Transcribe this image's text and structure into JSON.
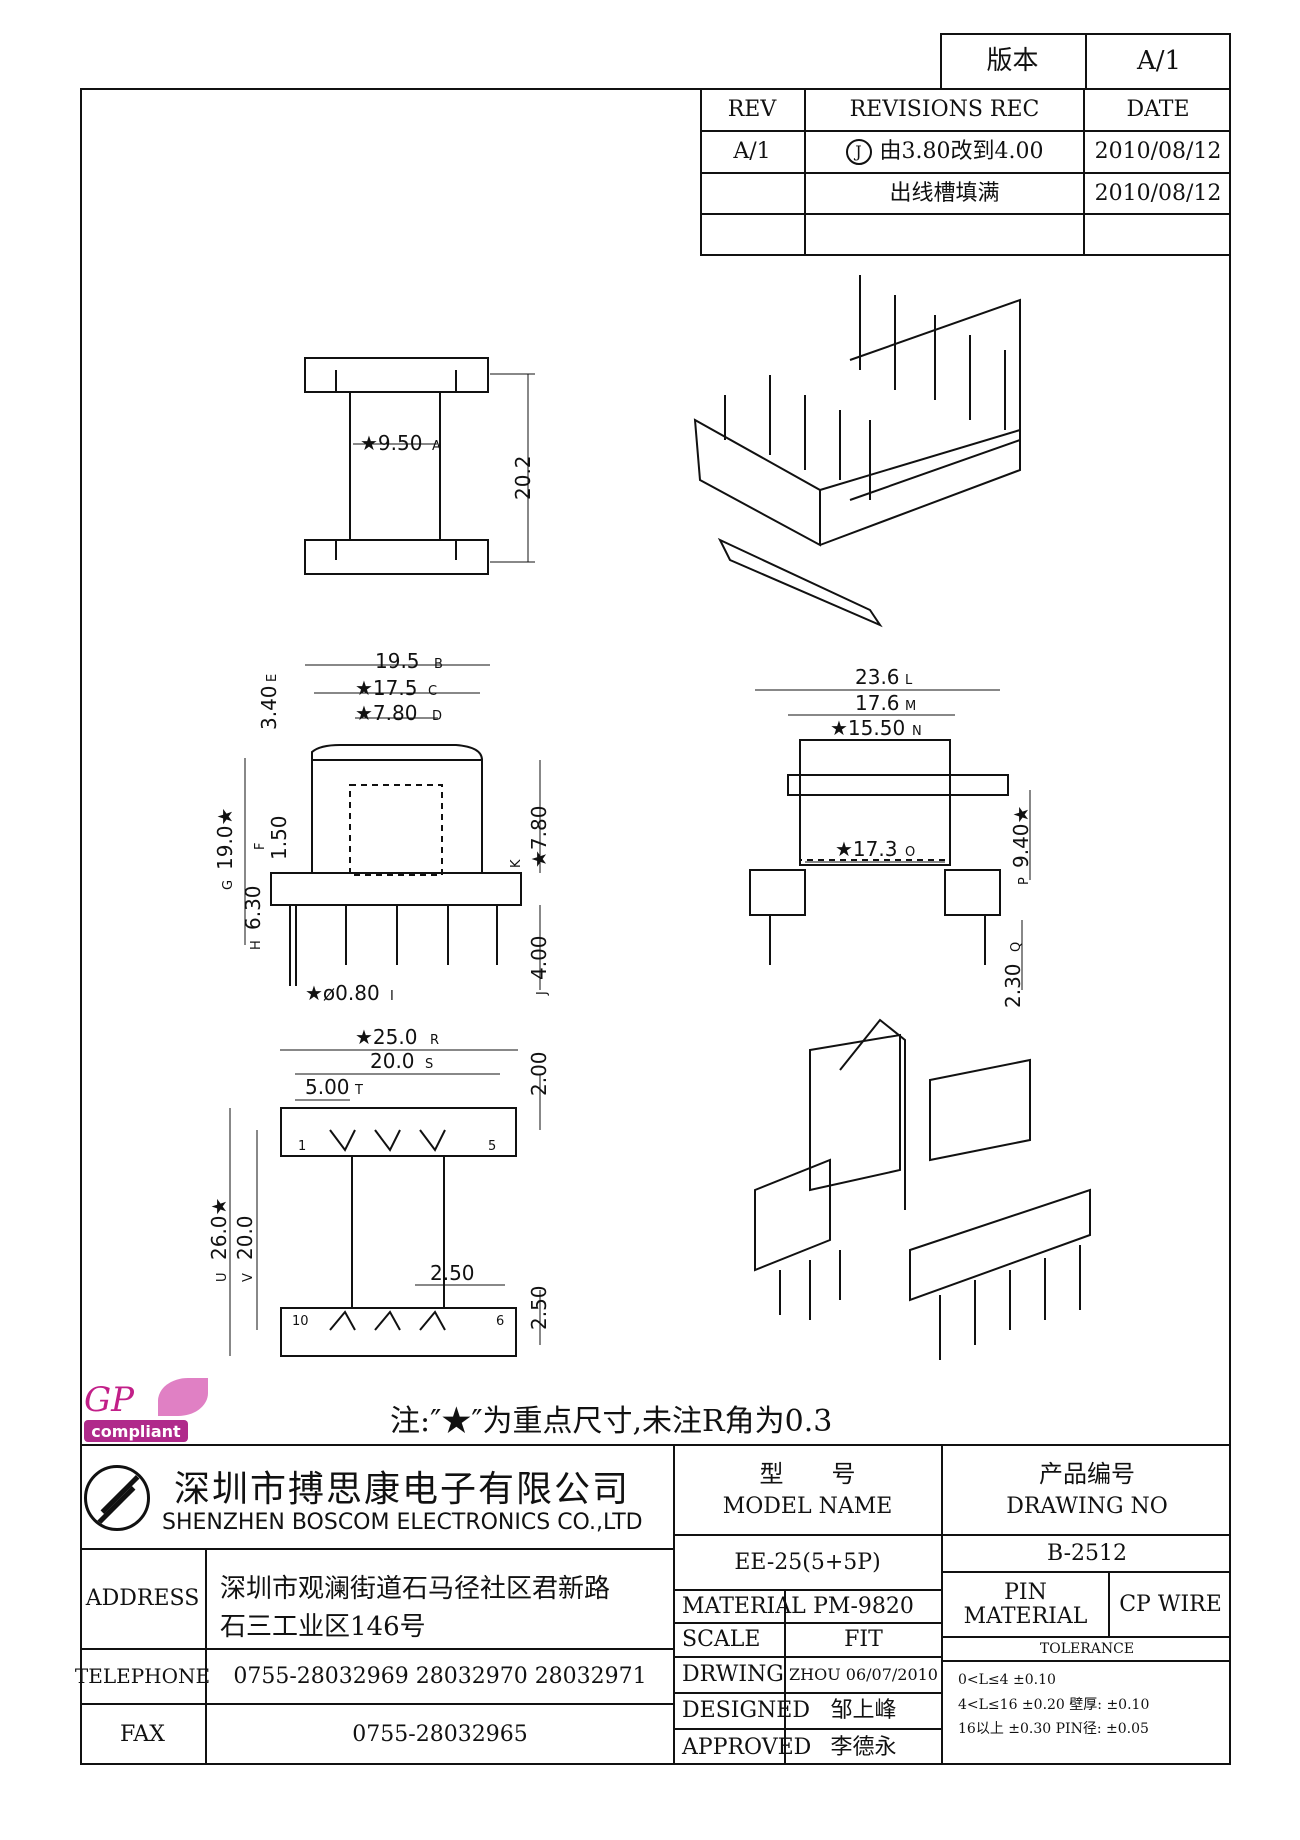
{
  "version_box": {
    "label": "版本",
    "value": "A/1"
  },
  "revisions": {
    "headers": [
      "REV",
      "REVISIONS REC",
      "DATE"
    ],
    "rows": [
      {
        "rev": "A/1",
        "marker": "J",
        "text": "由3.80改到4.00",
        "date": "2010/08/12"
      },
      {
        "rev": "",
        "marker": "",
        "text": "出线槽填满",
        "date": "2010/08/12"
      }
    ]
  },
  "dimensions": {
    "top_view": {
      "width": "★9.50",
      "width_id": "A",
      "height": "20.2"
    },
    "front_view": {
      "d1": "19.5",
      "d1_id": "B",
      "d2": "★17.5",
      "d2_id": "C",
      "d3": "★7.80",
      "d3_id": "D",
      "d4": "3.40",
      "d4_id": "E",
      "d5": "1.50",
      "d5_id": "F",
      "d6": "19.0★",
      "d6_id": "G",
      "d7": "6.30",
      "d7_id": "H",
      "d8": "★ø0.80",
      "d8_id": "I",
      "d9": "4.00",
      "d9_id": "J",
      "d10": "★7.80",
      "d10_id": "K"
    },
    "side_view": {
      "d1": "23.6",
      "d1_id": "L",
      "d2": "17.6",
      "d2_id": "M",
      "d3": "★15.50",
      "d3_id": "N",
      "d4": "★17.3",
      "d4_id": "O",
      "d5": "9.40★",
      "d5_id": "P",
      "d6": "2.30",
      "d6_id": "Q"
    },
    "bottom_view": {
      "d1": "★25.0",
      "d1_id": "R",
      "d2": "20.0",
      "d2_id": "S",
      "d3": "5.00",
      "d3_id": "T",
      "d4": "26.0★",
      "d4_id": "U",
      "d5": "20.0",
      "d5_id": "V",
      "d6": "2.00",
      "d7": "2.50",
      "d8": "2.50",
      "pins": [
        "1",
        "5",
        "10",
        "6"
      ]
    }
  },
  "note": "注:″★″为重点尺寸,未注R角为0.3",
  "logo": {
    "gp": "GP",
    "compliant": "compliant"
  },
  "company": {
    "name_cn": "深圳市搏思康电子有限公司",
    "name_en": "SHENZHEN BOSCOM ELECTRONICS CO.,LTD",
    "address_label": "ADDRESS",
    "address_line1": "深圳市观澜街道石马径社区君新路",
    "address_line2": "石三工业区146号",
    "telephone_label": "TELEPHONE",
    "telephone": "0755-28032969 28032970 28032971",
    "fax_label": "FAX",
    "fax": "0755-28032965"
  },
  "title_block": {
    "model_cn": "型　　号",
    "model_en": "MODEL NAME",
    "drawing_cn": "产品编号",
    "drawing_en": "DRAWING NO",
    "model_value": "EE-25(5+5P)",
    "drawing_value": "B-2512",
    "material_label": "MATERIAL",
    "material_value": "PM-9820",
    "pin_material_label1": "PIN",
    "pin_material_label2": "MATERIAL",
    "pin_material_value": "CP WIRE",
    "scale_label": "SCALE",
    "scale_value": "FIT",
    "tolerance_label": "TOLERANCE",
    "drawing_label": "DRWING",
    "drawing_by": "ZHOU 06/07/2010",
    "designed_label": "DESIGNED",
    "designed_by": "邹上峰",
    "approved_label": "APPROVED",
    "approved_by": "李德永",
    "tolerances": [
      "0<L≤4  ±0.10",
      "4<L≤16  ±0.20   壁厚:  ±0.10",
      "16以上      ±0.30  PIN径: ±0.05"
    ]
  }
}
